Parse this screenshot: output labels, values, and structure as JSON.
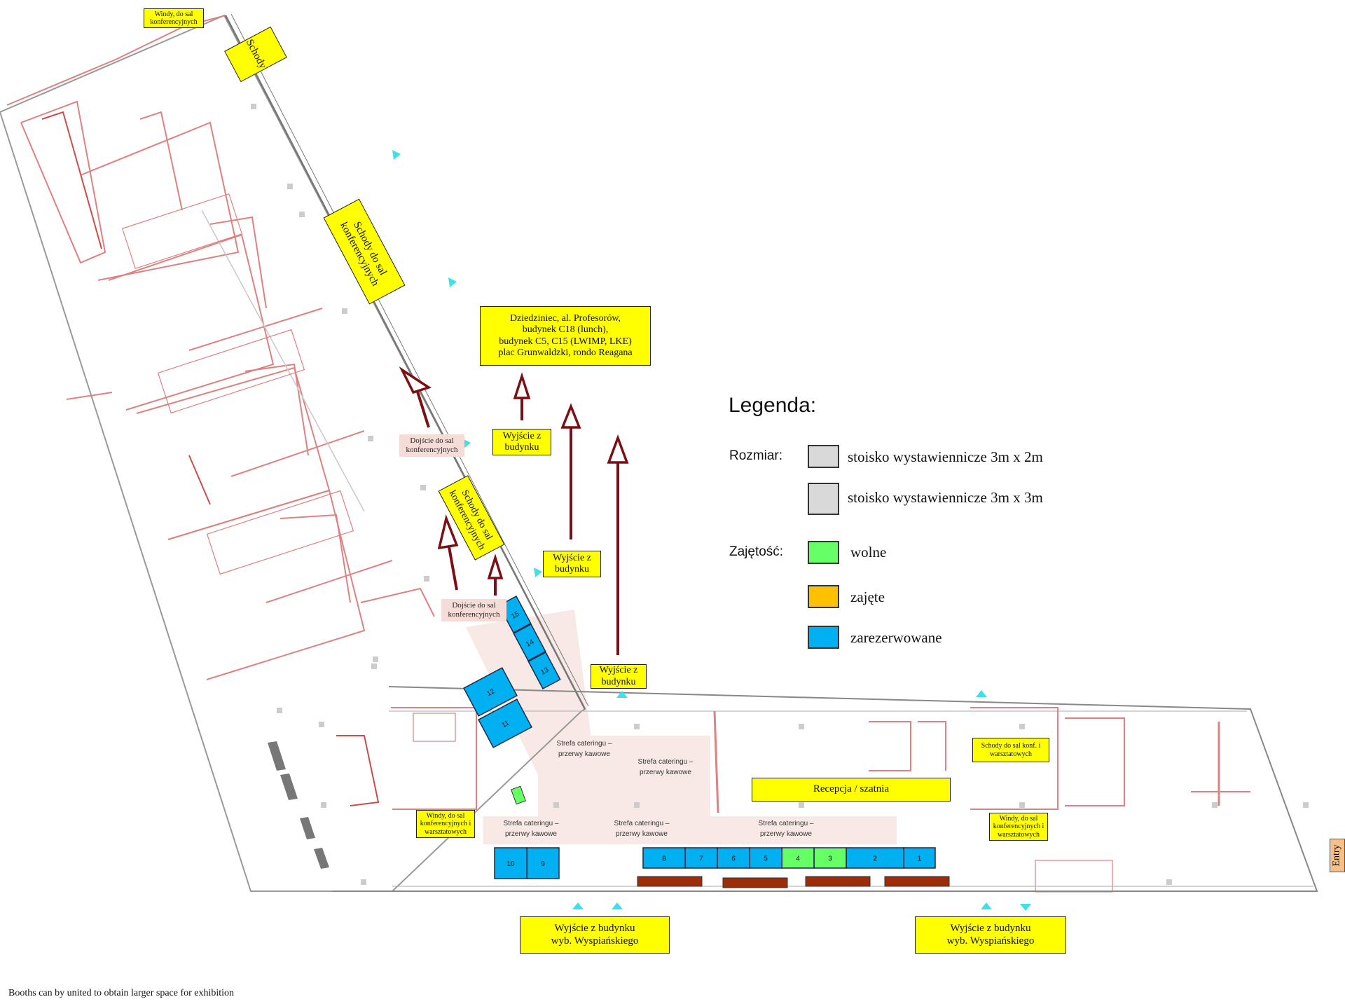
{
  "labels": {
    "windy_top": "Windy, do sal\nkonferencyjnych",
    "schody": "Schody",
    "schody_sal_1": "Schody do sal\nkonferencyjnych",
    "schody_sal_2": "Schody do sal\nkonferencyjnych",
    "dziedziniec": "Dziedziniec, al. Profesorów,\nbudynek C18 (lunch),\nbudynek C5, C15 (LWIMP, LKE)\nplac Grunwaldzki, rondo Reagana",
    "wyjscie_1": "Wyjście z\nbudynku",
    "wyjscie_2": "Wyjście z\nbudynku",
    "wyjscie_3": "Wyjście z\nbudynku",
    "dojscie_1": "Dojście do sal\nkonferencyjnych",
    "dojscie_2": "Dojście do sal\nkonferencyjnych",
    "recepcja": "Recepcja / szatnia",
    "windy_left": "Windy, do sal\nkonferencyjnych i\nwarsztatowych",
    "windy_right": "Windy, do sal\nkonferencyjnych i\nwarsztatowych",
    "schody_konf": "Schody do sal konf. i\nwarsztatowych",
    "wyjscie_wysp_1": "Wyjście z budynku\nwyb. Wyspiańskiego",
    "wyjscie_wysp_2": "Wyjście z budynku\nwyb. Wyspiańskiego",
    "entry": "Entry",
    "strefa_1": "Strefa cateringu –\nprzerwy kawowe",
    "strefa_2": "Strefa cateringu –\nprzerwy kawowe",
    "strefa_3": "Strefa cateringu –\nprzerwy kawowe",
    "strefa_4": "Strefa cateringu –\nprzerwy kawowe",
    "strefa_5": "Strefa cateringu –\nprzerwy kawowe"
  },
  "legend": {
    "title": "Legenda:",
    "size_heading": "Rozmiar:",
    "size_items": [
      {
        "label": "stoisko wystawiennicze  3m x 2m",
        "color": "#d9d9d9"
      },
      {
        "label": "stoisko wystawiennicze  3m x 3m",
        "color": "#d9d9d9"
      }
    ],
    "occupancy_heading": "Zajętość:",
    "occupancy_items": [
      {
        "key": "free",
        "label": "wolne",
        "color": "#66ff66"
      },
      {
        "key": "taken",
        "label": "zajęte",
        "color": "#ffc000"
      },
      {
        "key": "reserved",
        "label": "zarezerwowane",
        "color": "#00b0f0"
      }
    ]
  },
  "booths": [
    {
      "number": "1",
      "status": "reserved"
    },
    {
      "number": "2",
      "status": "reserved"
    },
    {
      "number": "3",
      "status": "free"
    },
    {
      "number": "4",
      "status": "free"
    },
    {
      "number": "5",
      "status": "reserved"
    },
    {
      "number": "6",
      "status": "reserved"
    },
    {
      "number": "7",
      "status": "reserved"
    },
    {
      "number": "8",
      "status": "reserved"
    },
    {
      "number": "9",
      "status": "reserved"
    },
    {
      "number": "10",
      "status": "reserved"
    },
    {
      "number": "11",
      "status": "reserved"
    },
    {
      "number": "12",
      "status": "reserved"
    },
    {
      "number": "13",
      "status": "reserved"
    },
    {
      "number": "14",
      "status": "reserved"
    },
    {
      "number": "15",
      "status": "reserved"
    }
  ],
  "colors": {
    "wall": "#e08080",
    "wall_strong": "#d04a4a",
    "arrow": "#7b0f14",
    "label_bg": "#ffff00",
    "catering_zone": "#f6e2de",
    "bench": "#9b2d0b",
    "exit_marker": "#40e0e8",
    "booth_border": "#1a2a44"
  },
  "footnote": "Booths can by united to obtain larger space for exhibition"
}
